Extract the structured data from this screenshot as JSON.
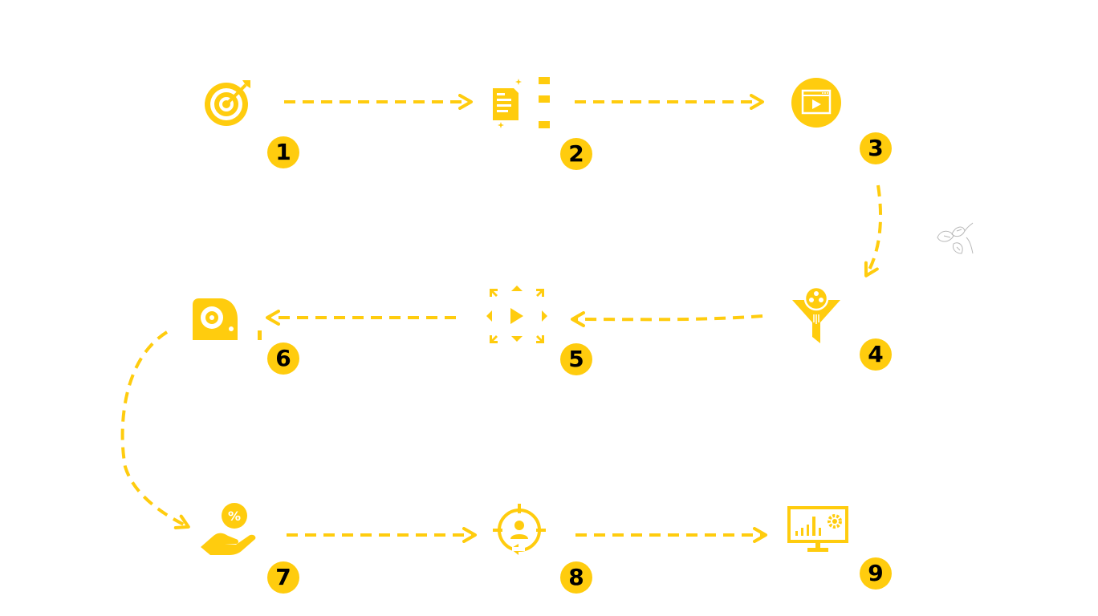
{
  "colors": {
    "accent": "#FFCC0E",
    "badge_text": "#000000",
    "background": "#FFFFFF"
  },
  "steps": [
    {
      "number": "1",
      "icon": "target-icon"
    },
    {
      "number": "2",
      "icon": "document-icon"
    },
    {
      "number": "3",
      "icon": "video-window-icon"
    },
    {
      "number": "4",
      "icon": "funnel-icon"
    },
    {
      "number": "5",
      "icon": "expand-play-icon"
    },
    {
      "number": "6",
      "icon": "camera-lens-icon"
    },
    {
      "number": "7",
      "icon": "hand-discount-icon"
    },
    {
      "number": "8",
      "icon": "user-target-icon"
    },
    {
      "number": "9",
      "icon": "monitor-chart-icon"
    }
  ],
  "decoration": {
    "icon": "floral-sketch-icon"
  }
}
